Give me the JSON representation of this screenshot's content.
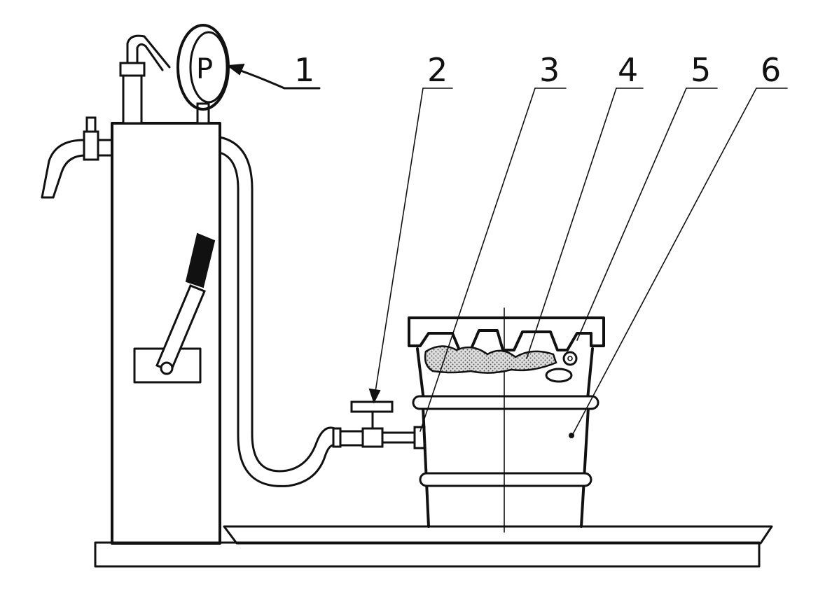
{
  "diagram": {
    "gauge_symbol": "P",
    "callouts": [
      {
        "label": "1"
      },
      {
        "label": "2"
      },
      {
        "label": "3"
      },
      {
        "label": "4"
      },
      {
        "label": "5"
      },
      {
        "label": "6"
      }
    ]
  },
  "colors": {
    "ink": "#111111",
    "background": "#ffffff",
    "stipple": "#777777"
  }
}
